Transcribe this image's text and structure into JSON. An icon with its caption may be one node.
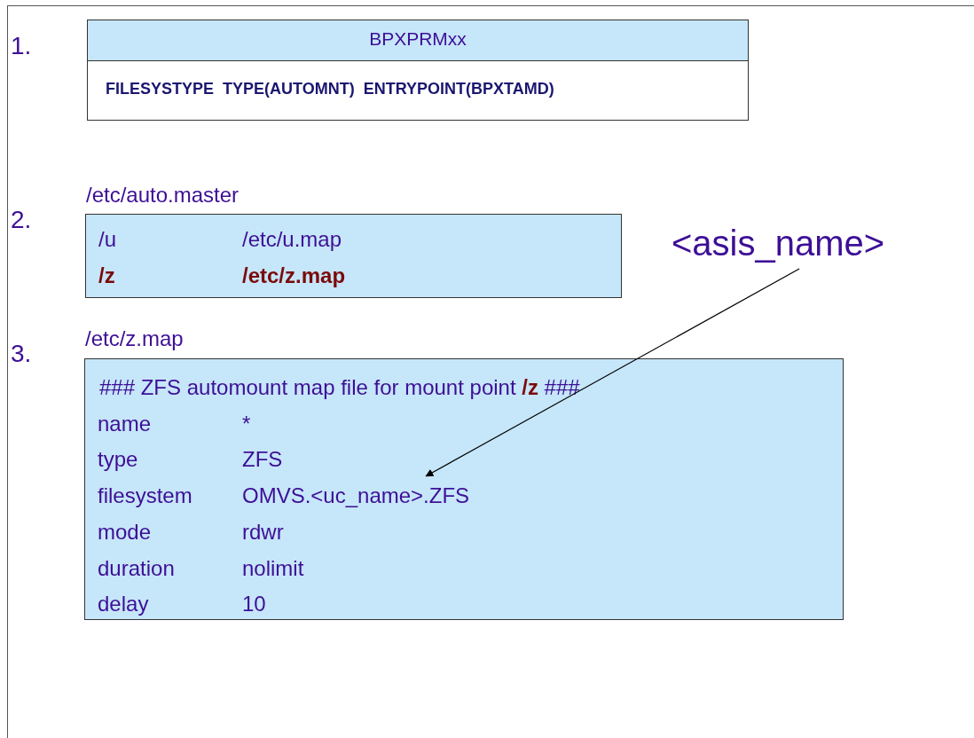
{
  "diagram": {
    "nodes": [
      {
        "text": [
          "BPXPRMxx",
          "FILESYSTYPE TYPE(AUTOMNT) ENTRYPOINT(BPXTAMD)"
        ]
      },
      {
        "text": [
          "/etc/auto.master",
          "/u",
          "/etc/u.map",
          "/z",
          "/etc/z.map"
        ]
      },
      {
        "text": [
          "/etc/z.map",
          "### ZFS automount map file for mount point **/z** ###",
          "name",
          "*",
          "type",
          "ZFS",
          "filesystem",
          "OMVS.<uc_name>.ZFS",
          "mode",
          "rdwr",
          "duration",
          "nolimit",
          "delay",
          "10"
        ]
      },
      {
        "text": [
          "<asis_name>"
        ]
      }
    ],
    "edges": [
      {
        "from": 3,
        "to": 2,
        "arrow": "to"
      }
    ],
    "labels": [
      "1.",
      "2.",
      "3."
    ]
  }
}
